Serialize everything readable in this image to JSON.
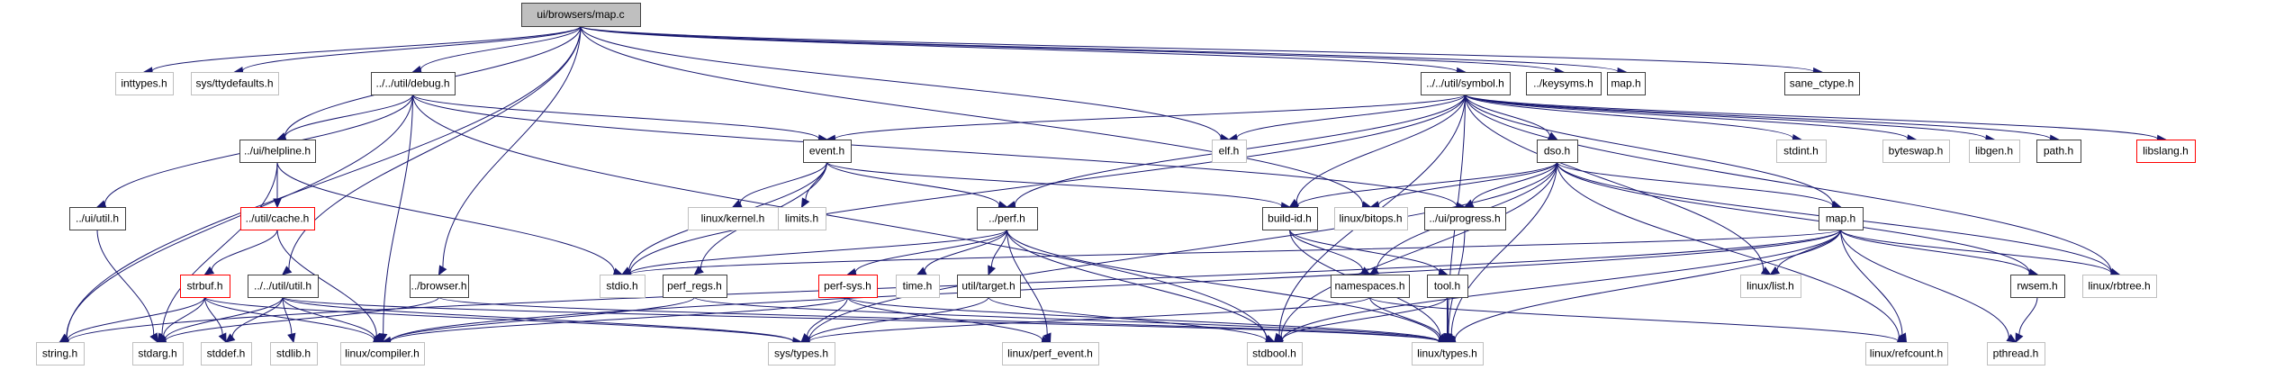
{
  "title": "ui/browsers/map.c include dependency graph",
  "colors": {
    "edge": "#191970",
    "root_fill": "#bfbfbf",
    "root_border": "#404040",
    "documented_border": "#404040",
    "undocumented_border": "#bfbfbf",
    "truncated_border": "#ff0000"
  },
  "nodes": [
    {
      "id": "root",
      "label": "ui/browsers/map.c",
      "kind": "root"
    },
    {
      "id": "inttypes",
      "label": "inttypes.h",
      "kind": "external"
    },
    {
      "id": "ttydefaults",
      "label": "sys/ttydefaults.h",
      "kind": "external"
    },
    {
      "id": "debug",
      "label": "../../util/debug.h",
      "kind": "documented"
    },
    {
      "id": "symbol",
      "label": "../../util/symbol.h",
      "kind": "documented"
    },
    {
      "id": "keysyms",
      "label": "../keysyms.h",
      "kind": "documented"
    },
    {
      "id": "maph_top",
      "label": "map.h",
      "kind": "documented"
    },
    {
      "id": "sane_ctype",
      "label": "sane_ctype.h",
      "kind": "documented"
    },
    {
      "id": "helpline",
      "label": "../ui/helpline.h",
      "kind": "documented"
    },
    {
      "id": "event",
      "label": "event.h",
      "kind": "documented"
    },
    {
      "id": "elf",
      "label": "elf.h",
      "kind": "external"
    },
    {
      "id": "dso",
      "label": "dso.h",
      "kind": "documented"
    },
    {
      "id": "stdint",
      "label": "stdint.h",
      "kind": "external"
    },
    {
      "id": "byteswap",
      "label": "byteswap.h",
      "kind": "external"
    },
    {
      "id": "libgen",
      "label": "libgen.h",
      "kind": "external"
    },
    {
      "id": "path",
      "label": "path.h",
      "kind": "documented"
    },
    {
      "id": "libslang",
      "label": "libslang.h",
      "kind": "truncated"
    },
    {
      "id": "uiutil",
      "label": "../ui/util.h",
      "kind": "documented"
    },
    {
      "id": "cache",
      "label": "../util/cache.h",
      "kind": "truncated"
    },
    {
      "id": "kernel",
      "label": "linux/kernel.h",
      "kind": "external"
    },
    {
      "id": "limits",
      "label": "limits.h",
      "kind": "external"
    },
    {
      "id": "perf",
      "label": "../perf.h",
      "kind": "documented"
    },
    {
      "id": "buildid",
      "label": "build-id.h",
      "kind": "documented"
    },
    {
      "id": "bitops",
      "label": "linux/bitops.h",
      "kind": "external"
    },
    {
      "id": "progress",
      "label": "../ui/progress.h",
      "kind": "documented"
    },
    {
      "id": "map",
      "label": "map.h",
      "kind": "documented"
    },
    {
      "id": "strbuf",
      "label": "strbuf.h",
      "kind": "truncated"
    },
    {
      "id": "util",
      "label": "../../util/util.h",
      "kind": "documented"
    },
    {
      "id": "browser",
      "label": "../browser.h",
      "kind": "documented"
    },
    {
      "id": "stdio",
      "label": "stdio.h",
      "kind": "external"
    },
    {
      "id": "perf_regs",
      "label": "perf_regs.h",
      "kind": "documented"
    },
    {
      "id": "perfsys",
      "label": "perf-sys.h",
      "kind": "truncated"
    },
    {
      "id": "time",
      "label": "time.h",
      "kind": "external"
    },
    {
      "id": "target",
      "label": "util/target.h",
      "kind": "documented"
    },
    {
      "id": "namespaces",
      "label": "namespaces.h",
      "kind": "documented"
    },
    {
      "id": "tool",
      "label": "tool.h",
      "kind": "documented"
    },
    {
      "id": "list",
      "label": "linux/list.h",
      "kind": "external"
    },
    {
      "id": "rwsem",
      "label": "rwsem.h",
      "kind": "documented"
    },
    {
      "id": "rbtree",
      "label": "linux/rbtree.h",
      "kind": "external"
    },
    {
      "id": "string",
      "label": "string.h",
      "kind": "external"
    },
    {
      "id": "stdarg",
      "label": "stdarg.h",
      "kind": "external"
    },
    {
      "id": "stddef",
      "label": "stddef.h",
      "kind": "external"
    },
    {
      "id": "stdlib",
      "label": "stdlib.h",
      "kind": "external"
    },
    {
      "id": "compiler",
      "label": "linux/compiler.h",
      "kind": "external"
    },
    {
      "id": "systypes",
      "label": "sys/types.h",
      "kind": "external"
    },
    {
      "id": "perf_event",
      "label": "linux/perf_event.h",
      "kind": "external"
    },
    {
      "id": "stdbool",
      "label": "stdbool.h",
      "kind": "external"
    },
    {
      "id": "types",
      "label": "linux/types.h",
      "kind": "external"
    },
    {
      "id": "refcount",
      "label": "linux/refcount.h",
      "kind": "external"
    },
    {
      "id": "pthread",
      "label": "pthread.h",
      "kind": "external"
    }
  ],
  "edges": [
    [
      "root",
      "inttypes"
    ],
    [
      "root",
      "ttydefaults"
    ],
    [
      "root",
      "debug"
    ],
    [
      "root",
      "symbol"
    ],
    [
      "root",
      "keysyms"
    ],
    [
      "root",
      "maph_top"
    ],
    [
      "root",
      "sane_ctype"
    ],
    [
      "root",
      "helpline"
    ],
    [
      "root",
      "elf"
    ],
    [
      "root",
      "string"
    ],
    [
      "root",
      "util"
    ],
    [
      "root",
      "browser"
    ],
    [
      "root",
      "bitops"
    ],
    [
      "debug",
      "helpline"
    ],
    [
      "debug",
      "event"
    ],
    [
      "debug",
      "uiutil"
    ],
    [
      "debug",
      "string"
    ],
    [
      "debug",
      "compiler"
    ],
    [
      "debug",
      "stdbool"
    ],
    [
      "debug",
      "progress"
    ],
    [
      "helpline",
      "cache"
    ],
    [
      "helpline",
      "stdio"
    ],
    [
      "helpline",
      "stdarg"
    ],
    [
      "uiutil",
      "stdarg"
    ],
    [
      "cache",
      "strbuf"
    ],
    [
      "cache",
      "compiler"
    ],
    [
      "strbuf",
      "string"
    ],
    [
      "strbuf",
      "stdarg"
    ],
    [
      "strbuf",
      "stddef"
    ],
    [
      "strbuf",
      "compiler"
    ],
    [
      "strbuf",
      "systypes"
    ],
    [
      "util",
      "stdarg"
    ],
    [
      "util",
      "stddef"
    ],
    [
      "util",
      "stdlib"
    ],
    [
      "util",
      "compiler"
    ],
    [
      "util",
      "systypes"
    ],
    [
      "util",
      "types"
    ],
    [
      "browser",
      "stdarg"
    ],
    [
      "browser",
      "types"
    ],
    [
      "event",
      "kernel"
    ],
    [
      "event",
      "limits"
    ],
    [
      "event",
      "perf"
    ],
    [
      "event",
      "buildid"
    ],
    [
      "event",
      "stdio"
    ],
    [
      "event",
      "perf_regs"
    ],
    [
      "perf_regs",
      "compiler"
    ],
    [
      "perf_regs",
      "types"
    ],
    [
      "symbol",
      "event"
    ],
    [
      "symbol",
      "elf"
    ],
    [
      "symbol",
      "dso"
    ],
    [
      "symbol",
      "stdint"
    ],
    [
      "symbol",
      "byteswap"
    ],
    [
      "symbol",
      "libgen"
    ],
    [
      "symbol",
      "path"
    ],
    [
      "symbol",
      "libslang"
    ],
    [
      "symbol",
      "perf"
    ],
    [
      "symbol",
      "buildid"
    ],
    [
      "symbol",
      "map"
    ],
    [
      "symbol",
      "stdio"
    ],
    [
      "symbol",
      "stdbool"
    ],
    [
      "symbol",
      "list"
    ],
    [
      "symbol",
      "rbtree"
    ],
    [
      "symbol",
      "types"
    ],
    [
      "perf",
      "perfsys"
    ],
    [
      "perf",
      "time"
    ],
    [
      "perf",
      "target"
    ],
    [
      "perf",
      "stdbool"
    ],
    [
      "perf",
      "perf_event"
    ],
    [
      "perf",
      "types"
    ],
    [
      "perf",
      "stdio"
    ],
    [
      "perfsys",
      "systypes"
    ],
    [
      "perfsys",
      "perf_event"
    ],
    [
      "perfsys",
      "compiler"
    ],
    [
      "perfsys",
      "types"
    ],
    [
      "target",
      "systypes"
    ],
    [
      "target",
      "stdbool"
    ],
    [
      "buildid",
      "namespaces"
    ],
    [
      "buildid",
      "tool"
    ],
    [
      "buildid",
      "types"
    ],
    [
      "namespaces",
      "systypes"
    ],
    [
      "namespaces",
      "types"
    ],
    [
      "namespaces",
      "refcount"
    ],
    [
      "tool",
      "stdbool"
    ],
    [
      "tool",
      "types"
    ],
    [
      "progress",
      "types"
    ],
    [
      "dso",
      "buildid"
    ],
    [
      "dso",
      "bitops"
    ],
    [
      "dso",
      "progress"
    ],
    [
      "dso",
      "map"
    ],
    [
      "dso",
      "systypes"
    ],
    [
      "dso",
      "stdbool"
    ],
    [
      "dso",
      "types"
    ],
    [
      "dso",
      "rwsem"
    ],
    [
      "dso",
      "rbtree"
    ],
    [
      "dso",
      "refcount"
    ],
    [
      "dso",
      "namespaces"
    ],
    [
      "map",
      "list"
    ],
    [
      "map",
      "rwsem"
    ],
    [
      "map",
      "rbtree"
    ],
    [
      "map",
      "stdio"
    ],
    [
      "map",
      "string"
    ],
    [
      "map",
      "stdbool"
    ],
    [
      "map",
      "types"
    ],
    [
      "map",
      "refcount"
    ],
    [
      "map",
      "pthread"
    ],
    [
      "map",
      "compiler"
    ],
    [
      "rwsem",
      "pthread"
    ]
  ]
}
